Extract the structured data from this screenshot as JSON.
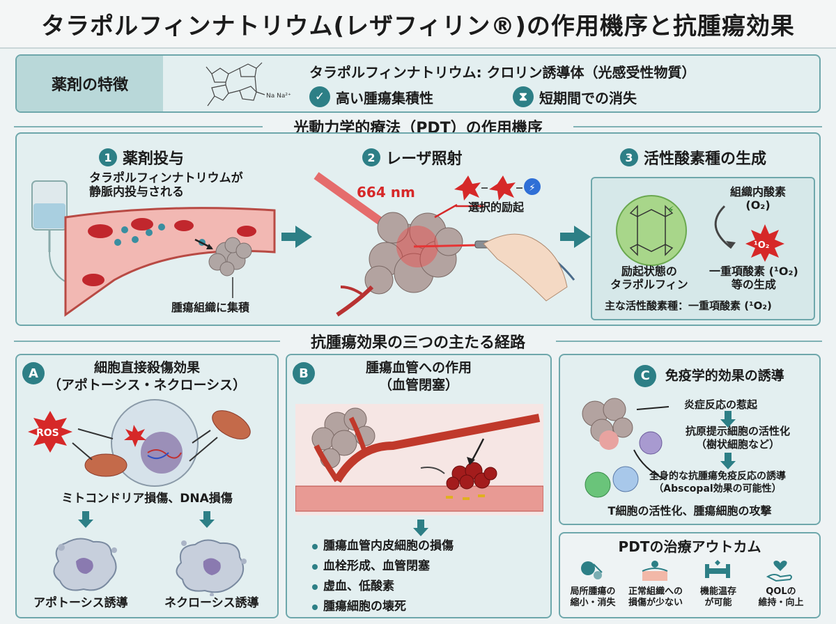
{
  "title": "タラポルフィンナトリウム(レザフィリン®)の作用機序と抗腫瘍効果",
  "features": {
    "label": "薬剤の特徴",
    "molecule_text": "Na  Na²⁺",
    "main": "タラポルフィンナトリウム: クロリン誘導体（光感受性物質）",
    "item1": "高い腫瘍集積性",
    "item2": "短期間での消失"
  },
  "pdt_heading": "光動力学的療法（PDT）の作用機序",
  "step1": {
    "num": "1",
    "title": "薬剤投与",
    "desc": "タラポルフィンナトリウムが\n静脈内投与される",
    "caption": "腫瘍組織に集積"
  },
  "step2": {
    "num": "2",
    "title": "レーザ照射",
    "wavelength": "664 nm",
    "selective": "選択的励起"
  },
  "step3": {
    "num": "3",
    "title": "活性酸素種の生成",
    "oxygen": "組織内酸素\n(O₂)",
    "singlet_symbol": "¹O₂",
    "excited": "励起状態の\nタラポルフィン",
    "product": "一重項酸素 (¹O₂)\n等の生成",
    "main_ros": "主な活性酸素種：一重項酸素 (¹O₂)"
  },
  "routes_heading": "抗腫瘍効果の三つの主たる経路",
  "routeA": {
    "letter": "A",
    "title": "細胞直接殺傷効果\n（アポトーシス・ネクローシス）",
    "ros": "ROS",
    "damage": "ミトコンドリア損傷、DNA損傷",
    "apoptosis": "アポトーシス誘導",
    "necrosis": "ネクローシス誘導"
  },
  "routeB": {
    "letter": "B",
    "title": "腫瘍血管への作用\n（血管閉塞）",
    "bullets": [
      "腫瘍血管内皮細胞の損傷",
      "血栓形成、血管閉塞",
      "虚血、低酸素",
      "腫瘍細胞の壊死"
    ]
  },
  "routeC": {
    "letter": "C",
    "title": "免疫学的効果の誘導",
    "step1": "炎症反応の惹起",
    "step2": "抗原提示細胞の活性化\n（樹状細胞など）",
    "step3": "全身的な抗腫瘍免疫反応の誘導\n（Abscopal効果の可能性）",
    "step4": "T細胞の活性化、腫瘍細胞の攻撃"
  },
  "outcome": {
    "title": "PDTの治療アウトカム",
    "items": [
      "局所腫瘍の\n縮小・消失",
      "正常組織への\n損傷が少ない",
      "機能温存\nが可能",
      "QOLの\n維持・向上"
    ]
  },
  "colors": {
    "teal": "#2d7f86",
    "red": "#d62828",
    "panel": "#e3eff0"
  }
}
